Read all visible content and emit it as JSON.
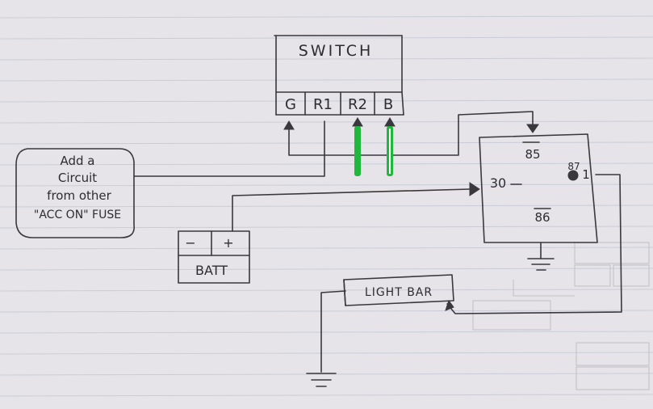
{
  "switch": {
    "title": "SWITCH",
    "terminals": [
      "G",
      "R1",
      "R2",
      "B"
    ]
  },
  "note": {
    "lines": [
      "Add a",
      "Circuit",
      "from other",
      "\"ACC ON\" FUSE"
    ]
  },
  "battery": {
    "neg": "−",
    "pos": "+",
    "label": "BATT"
  },
  "relay": {
    "pin85": "85",
    "pin30": "30",
    "pin87": "87",
    "pin86": "86"
  },
  "lightbar": {
    "label": "LIGHT BAR"
  },
  "colors": {
    "paper": "#e6e4e8",
    "ink": "#3a383c",
    "highlight": "#1fb83c"
  }
}
